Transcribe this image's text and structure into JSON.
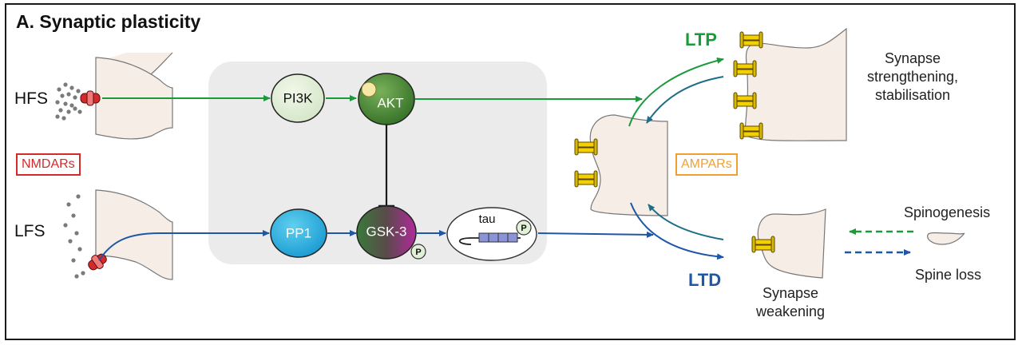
{
  "title": "A. Synaptic plasticity",
  "inputs": {
    "hfs": "HFS",
    "lfs": "LFS"
  },
  "receptors": {
    "nmdar": "NMDARs",
    "ampar": "AMPARs"
  },
  "nodes": {
    "pi3k": "PI3K",
    "akt": "AKT",
    "pp1": "PP1",
    "gsk3": "GSK-3",
    "tau": "tau",
    "phospho": "P"
  },
  "outcomes": {
    "ltp": "LTP",
    "ltd": "LTD",
    "ltp_line1": "Synapse",
    "ltp_line2": "strengthening,",
    "ltp_line3": "stabilisation",
    "ltd_line1": "Synapse",
    "ltd_line2": "weakening",
    "spinogenesis": "Spinogenesis",
    "spine_loss": "Spine loss"
  },
  "colors": {
    "green": "#1a9a3a",
    "blue": "#1f57a8",
    "nmdar_red": "#d42a2a",
    "ampar_orange": "#f0a030",
    "ampar_yellow": "#f5d000",
    "spine_fill": "#f6ede6",
    "panel": "#ebebeb"
  }
}
